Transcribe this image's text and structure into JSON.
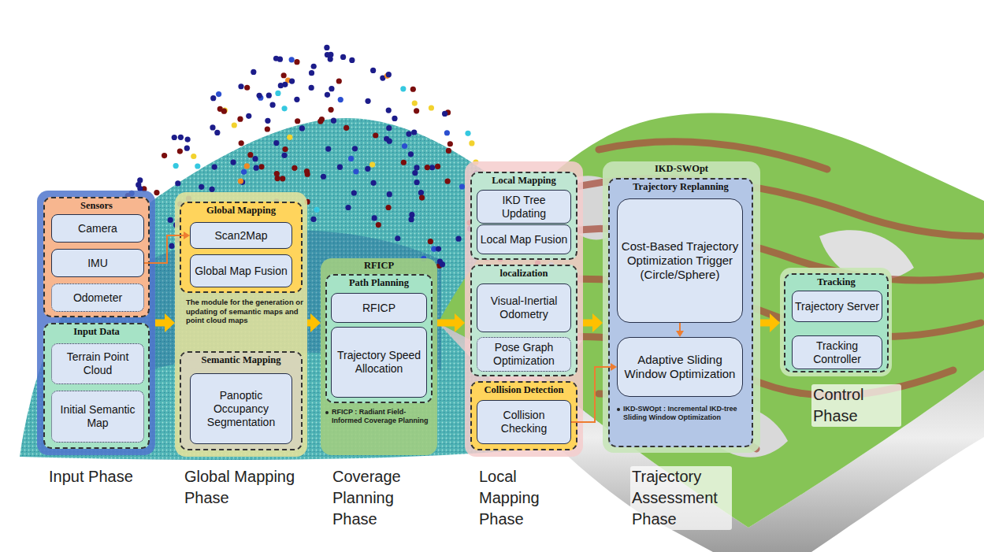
{
  "diagram": {
    "nodes": [
      {
        "text": [
          "Input Phase"
        ]
      },
      {
        "text": [
          "Sensors"
        ],
        "in": 0
      },
      {
        "text": [
          "Camera"
        ],
        "in": 1
      },
      {
        "text": [
          "IMU"
        ],
        "in": 1
      },
      {
        "text": [
          "Odometer"
        ],
        "in": 1
      },
      {
        "text": [
          "Input Data"
        ],
        "in": 0
      },
      {
        "text": [
          "Terrain Point Cloud"
        ],
        "in": 5
      },
      {
        "text": [
          "Initial Semantic Map"
        ],
        "in": 5
      },
      {
        "text": [
          "Global Mapping Phase"
        ]
      },
      {
        "text": [
          "Global Mapping"
        ],
        "in": 8
      },
      {
        "text": [
          "Scan2Map"
        ],
        "in": 9
      },
      {
        "text": [
          "Global Map Fusion"
        ],
        "in": 9
      },
      {
        "text": [
          "Semantic Mapping"
        ],
        "in": 8
      },
      {
        "text": [
          "Panoptic Occupancy Segmentation"
        ],
        "in": 12
      },
      {
        "text": [
          "RFICP",
          "Coverage Planning Phase"
        ]
      },
      {
        "text": [
          "Path Planning"
        ],
        "in": 14
      },
      {
        "text": [
          "RFICP"
        ],
        "in": 15
      },
      {
        "text": [
          "Trajectory Speed Allocation"
        ],
        "in": 15
      },
      {
        "text": [
          "Local Mapping Phase"
        ]
      },
      {
        "text": [
          "Local Mapping"
        ],
        "in": 18
      },
      {
        "text": [
          "IKD Tree Updating"
        ],
        "in": 19
      },
      {
        "text": [
          "Local Map Fusion"
        ],
        "in": 19
      },
      {
        "text": [
          "localization"
        ],
        "in": 18
      },
      {
        "text": [
          "Visual-Inertial Odometry"
        ],
        "in": 22
      },
      {
        "text": [
          "Pose Graph Optimization"
        ],
        "in": 22
      },
      {
        "text": [
          "Collision Detection"
        ],
        "in": 18
      },
      {
        "text": [
          "Collision Checking"
        ],
        "in": 25
      },
      {
        "text": [
          "IKD-SWOpt",
          "Trajectory Assessment Phase"
        ]
      },
      {
        "text": [
          "Trajectory Replanning"
        ],
        "in": 27
      },
      {
        "text": [
          "Cost-Based Trajectory Optimization Trigger (Circle/Sphere)"
        ],
        "in": 28
      },
      {
        "text": [
          "Adaptive Sliding Window Optimization"
        ],
        "in": 28
      },
      {
        "text": [
          "Control Phase"
        ]
      },
      {
        "text": [
          "Tracking"
        ],
        "in": 31
      },
      {
        "text": [
          "Trajectory Server"
        ],
        "in": 32
      },
      {
        "text": [
          "Tracking Controller"
        ],
        "in": 32
      }
    ],
    "edges": [
      {
        "from": 0,
        "to": 8,
        "arrow": "to"
      },
      {
        "from": 8,
        "to": 14,
        "arrow": "to"
      },
      {
        "from": 14,
        "to": 18,
        "arrow": "to"
      },
      {
        "from": 18,
        "to": 27,
        "arrow": "to"
      },
      {
        "from": 27,
        "to": 31,
        "arrow": "to"
      },
      {
        "from": 3,
        "to": 10,
        "arrow": "to"
      },
      {
        "from": 29,
        "to": 30,
        "arrow": "to"
      },
      {
        "from": 26,
        "to": 30,
        "arrow": "to"
      }
    ],
    "labels": [
      "The module for the generation or updating of semantic maps and point cloud maps",
      "RFICP : Radiant Field-Informed Coverage Planning",
      "IKD-SWOpt : Incremental IKD-tree Sliding Window Optimization"
    ]
  }
}
